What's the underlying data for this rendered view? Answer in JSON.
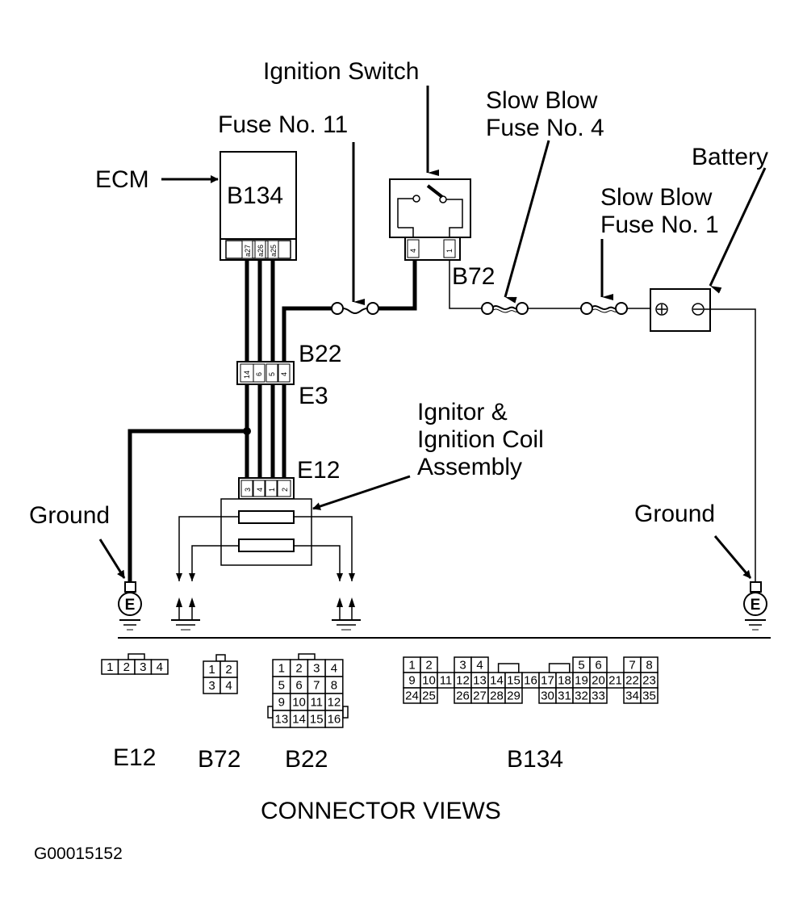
{
  "labels": {
    "ignition_switch": "Ignition Switch",
    "fuse_11": "Fuse No. 11",
    "slow_blow_4_line1": "Slow Blow",
    "slow_blow_4_line2": "Fuse No. 4",
    "battery": "Battery",
    "slow_blow_1_line1": "Slow Blow",
    "slow_blow_1_line2": "Fuse No. 1",
    "ecm": "ECM",
    "ecm_connector": "B134",
    "b72": "B72",
    "b22": "B22",
    "e3": "E3",
    "e12": "E12",
    "ignitor_line1": "Ignitor &",
    "ignitor_line2": "Ignition Coil",
    "ignitor_line3": "Assembly",
    "ground_left": "Ground",
    "ground_right": "Ground",
    "ground_symbol": "E",
    "battery_plus": "+",
    "battery_minus": "−"
  },
  "ecm_pins": [
    "a27",
    "a26",
    "a25"
  ],
  "b22_pins": [
    "14",
    "6",
    "5",
    "4"
  ],
  "e12_pins": [
    "3",
    "4",
    "1",
    "2"
  ],
  "b72_pins": [
    "4",
    "1"
  ],
  "connector_views": {
    "title": "CONNECTOR VIEWS",
    "e12": {
      "name": "E12",
      "pins": [
        "1",
        "2",
        "3",
        "4"
      ]
    },
    "b72": {
      "name": "B72",
      "pins": [
        "1",
        "2",
        "3",
        "4"
      ]
    },
    "b22": {
      "name": "B22",
      "pins": [
        "1",
        "2",
        "3",
        "4",
        "5",
        "6",
        "7",
        "8",
        "9",
        "10",
        "11",
        "12",
        "13",
        "14",
        "15",
        "16"
      ]
    },
    "b134": {
      "name": "B134",
      "row1": [
        "1",
        "2",
        "3",
        "4",
        "5",
        "6",
        "7",
        "8"
      ],
      "row2": [
        "9",
        "10",
        "11",
        "12",
        "13",
        "14",
        "15",
        "16",
        "17",
        "18",
        "19",
        "20",
        "21",
        "22",
        "23"
      ],
      "row3": [
        "24",
        "25",
        "26",
        "27",
        "28",
        "29",
        "30",
        "31",
        "32",
        "33",
        "34",
        "35"
      ]
    }
  },
  "figure_id": "G00015152"
}
